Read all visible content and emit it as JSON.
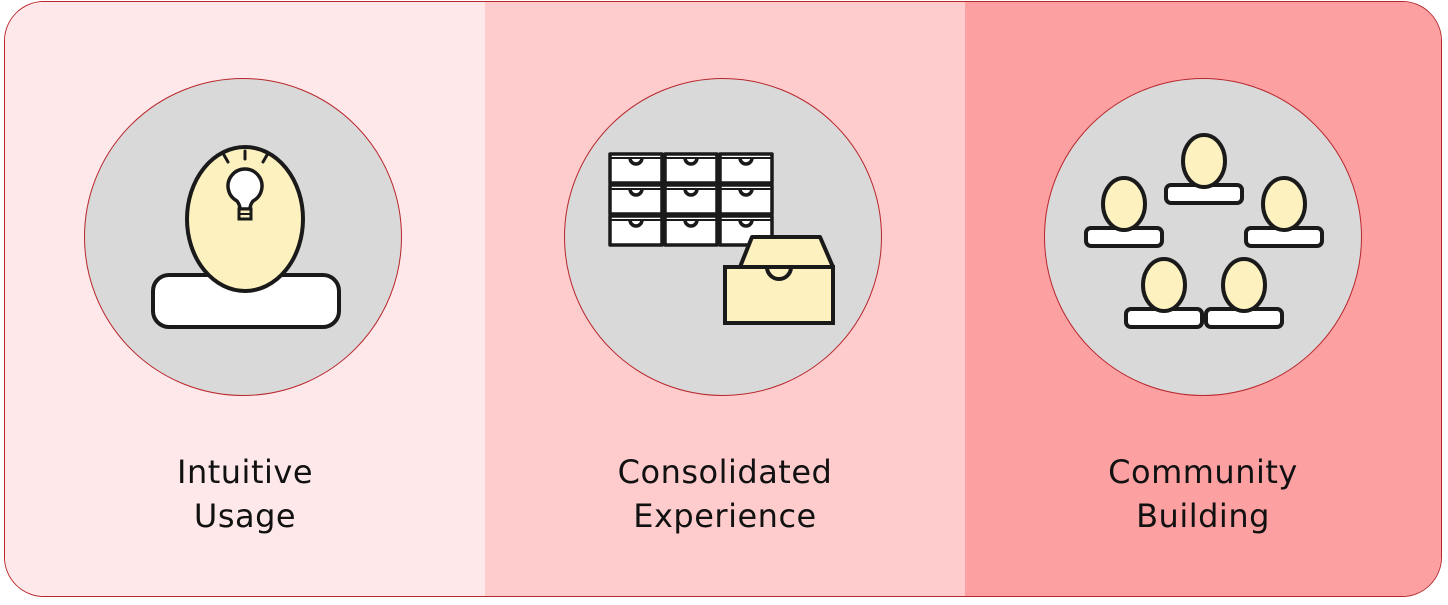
{
  "colors": {
    "border": "#b8252b",
    "panel_1": "#fee8e9",
    "panel_2": "#fecccd",
    "panel_3": "#fda0a2",
    "circle_fill": "#d9d9d9",
    "icon_fill": "#fdf1bf",
    "icon_stroke": "#1a1a1a"
  },
  "items": [
    {
      "line1": "Intuitive",
      "line2": "Usage",
      "icon": "lightbulb-head-icon"
    },
    {
      "line1": "Consolidated",
      "line2": "Experience",
      "icon": "drawers-box-icon"
    },
    {
      "line1": "Community",
      "line2": "Building",
      "icon": "people-group-icon"
    }
  ]
}
